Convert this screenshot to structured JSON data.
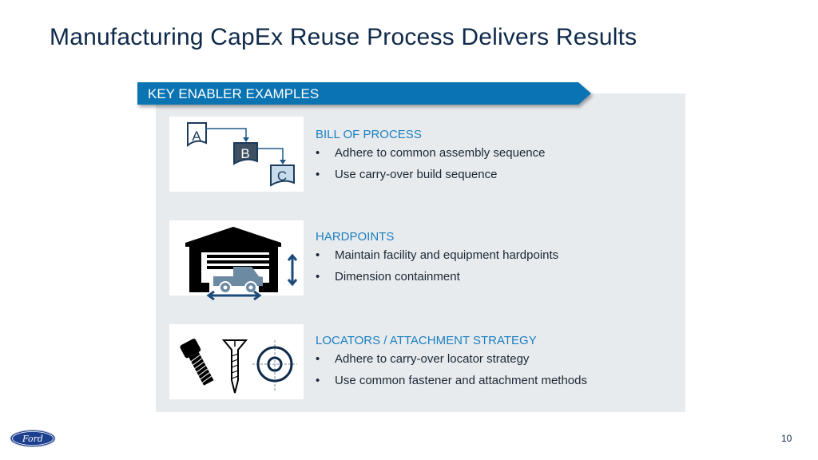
{
  "title": "Manufacturing CapEx Reuse Process Delivers Results",
  "banner": "KEY ENABLER EXAMPLES",
  "sections": [
    {
      "heading": "BILL OF PROCESS",
      "icon": "flowchart-icon",
      "labels": [
        "A",
        "B",
        "C"
      ],
      "bullets": [
        "Adhere to common assembly sequence",
        "Use carry-over build sequence"
      ]
    },
    {
      "heading": "HARDPOINTS",
      "icon": "garage-truck-icon",
      "bullets": [
        "Maintain facility and equipment hardpoints",
        "Dimension containment"
      ]
    },
    {
      "heading": "LOCATORS / ATTACHMENT STRATEGY",
      "icon": "fasteners-icon",
      "bullets": [
        "Adhere to carry-over locator strategy",
        "Use common fastener and attachment methods"
      ]
    }
  ],
  "logo_text": "Ford",
  "page_number": "10",
  "colors": {
    "accent": "#0a74b3",
    "heading": "#1b7fbf",
    "title": "#0f2a4a",
    "panel": "#e8ebee"
  }
}
